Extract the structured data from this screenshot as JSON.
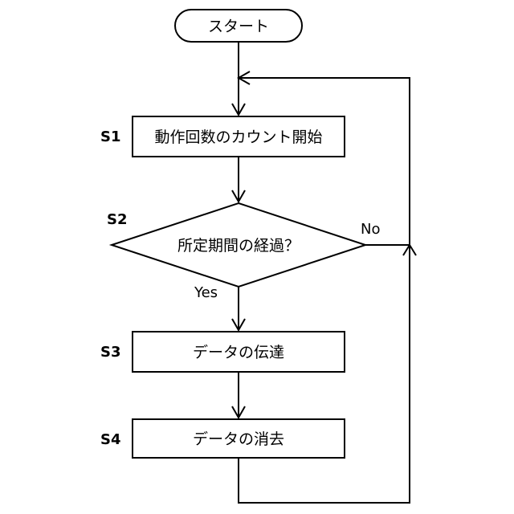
{
  "nodes": {
    "start": {
      "label": "スタート"
    },
    "s1": {
      "step": "S1",
      "label": "動作回数のカウント開始"
    },
    "s2": {
      "step": "S2",
      "label": "所定期間の経過？"
    },
    "s3": {
      "step": "S3",
      "label": "データの伝達"
    },
    "s4": {
      "step": "S4",
      "label": "データの消去"
    }
  },
  "branches": {
    "yes": "Yes",
    "no": "No"
  }
}
